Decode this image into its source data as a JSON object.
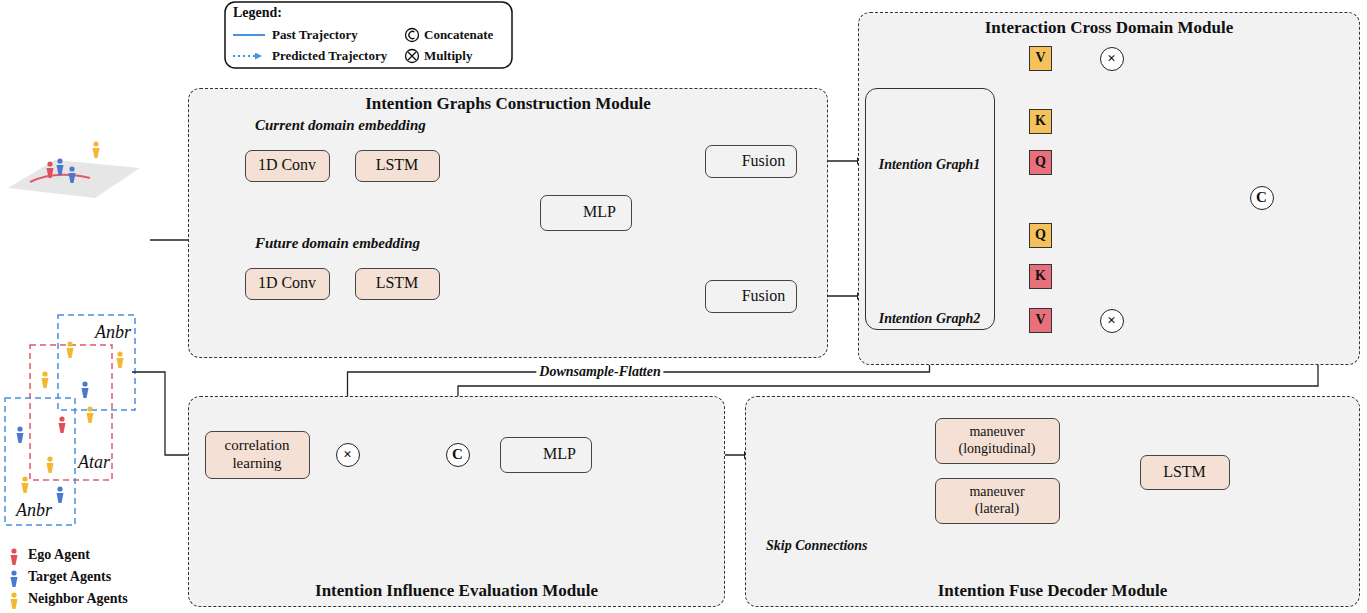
{
  "diagram": {
    "nodes": [
      {
        "text": [
          "Intention Graphs Construction Module"
        ]
      },
      {
        "text": [
          "1D Conv"
        ],
        "in": 0
      },
      {
        "text": [
          "LSTM"
        ],
        "in": 0
      },
      {
        "text": [
          "MLP"
        ],
        "in": 0
      },
      {
        "text": [
          "1D Conv"
        ],
        "in": 0
      },
      {
        "text": [
          "LSTM"
        ],
        "in": 0
      },
      {
        "text": [
          "Fusion"
        ],
        "in": 0
      },
      {
        "text": [
          "Fusion"
        ],
        "in": 0
      },
      {
        "text": [
          "Interaction Cross Domain Module"
        ]
      },
      {
        "text": [
          "Intention Graph1",
          "Intention Graph2"
        ],
        "in": 8
      },
      {
        "text": [
          "V"
        ],
        "in": 8
      },
      {
        "text": [
          "K"
        ],
        "in": 8
      },
      {
        "text": [
          "Q"
        ],
        "in": 8
      },
      {
        "text": [
          "Q"
        ],
        "in": 8
      },
      {
        "text": [
          "K"
        ],
        "in": 8
      },
      {
        "text": [
          "V"
        ],
        "in": 8
      },
      {
        "text": [
          "×"
        ],
        "in": 8
      },
      {
        "text": [
          "×"
        ],
        "in": 8
      },
      {
        "text": [
          "C"
        ],
        "in": 8
      },
      {
        "text": [
          "Intention Influence Evaluation Module"
        ]
      },
      {
        "text": [
          "correlation learning"
        ],
        "in": 19
      },
      {
        "text": [
          "×"
        ],
        "in": 19
      },
      {
        "text": [
          "C"
        ],
        "in": 19
      },
      {
        "text": [
          "MLP"
        ],
        "in": 19
      },
      {
        "text": [
          "Intention Fuse Decoder Module"
        ]
      },
      {
        "text": [
          "maneuver (longitudinal)"
        ],
        "in": 24
      },
      {
        "text": [
          "maneuver (lateral)"
        ],
        "in": 24
      },
      {
        "text": [
          "LSTM"
        ],
        "in": 24
      }
    ],
    "edges": [
      {
        "from": 1,
        "to": 2,
        "arrow": "to"
      },
      {
        "from": 4,
        "to": 5,
        "arrow": "to"
      },
      {
        "from": 6,
        "to": 9,
        "arrow": "to"
      },
      {
        "from": 7,
        "to": 9,
        "arrow": "to"
      },
      {
        "from": 9,
        "to": 10,
        "arrow": "to"
      },
      {
        "from": 9,
        "to": 11,
        "arrow": "to"
      },
      {
        "from": 9,
        "to": 12,
        "arrow": "to"
      },
      {
        "from": 9,
        "to": 13,
        "arrow": "to"
      },
      {
        "from": 9,
        "to": 14,
        "arrow": "to"
      },
      {
        "from": 9,
        "to": 15,
        "arrow": "to"
      },
      {
        "from": 10,
        "to": 16,
        "arrow": "none"
      },
      {
        "from": 15,
        "to": 17,
        "arrow": "none"
      },
      {
        "from": 9,
        "to": 21,
        "label": "Downsample-Flatten",
        "arrow": "to"
      },
      {
        "from": 20,
        "to": 21,
        "arrow": "none"
      },
      {
        "from": 22,
        "to": 23,
        "arrow": "to"
      },
      {
        "from": 25,
        "to": 27,
        "arrow": "to"
      },
      {
        "from": 26,
        "to": 27,
        "arrow": "to"
      }
    ],
    "labels": [
      "Legend:",
      "Current domain embedding",
      "Future domain embedding",
      "Skip Connections",
      "Anbr",
      "Atar",
      "Anbr"
    ],
    "legend": [
      {
        "text": "Past Trajectory"
      },
      {
        "text": "Predicted Trajectory"
      },
      {
        "text": "Concatenate"
      },
      {
        "text": "Multiply"
      },
      {
        "text": "Ego Agent"
      },
      {
        "text": "Target Agents"
      },
      {
        "text": "Neighbor Agents"
      }
    ]
  }
}
